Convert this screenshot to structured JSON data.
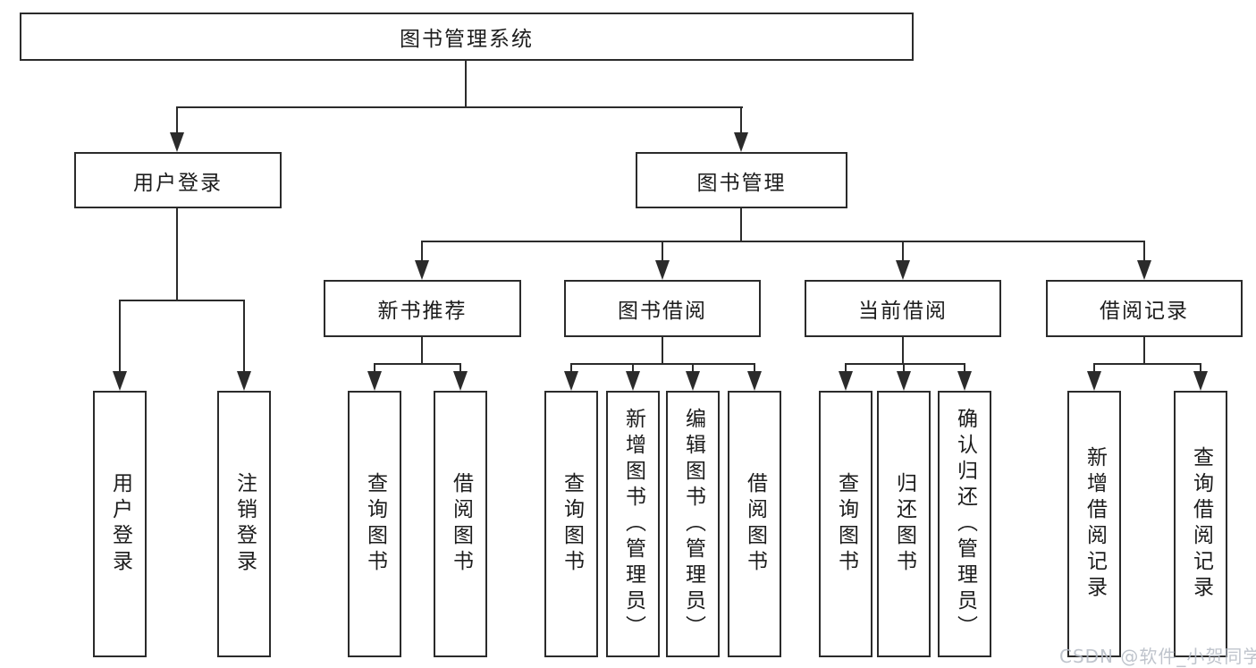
{
  "diagram": {
    "title_node": "图书管理系统",
    "root": {
      "label": "图书管理系统"
    },
    "branches": [
      {
        "label": "用户登录",
        "children": [
          {
            "label": "用户登录"
          },
          {
            "label": "注销登录"
          }
        ]
      },
      {
        "label": "图书管理",
        "children": [
          {
            "label": "新书推荐",
            "children": [
              {
                "label": "查询图书"
              },
              {
                "label": "借阅图书"
              }
            ]
          },
          {
            "label": "图书借阅",
            "children": [
              {
                "label": "查询图书"
              },
              {
                "label": "新增图书（管理员）"
              },
              {
                "label": "编辑图书（管理员）"
              },
              {
                "label": "借阅图书"
              }
            ]
          },
          {
            "label": "当前借阅",
            "children": [
              {
                "label": "查询图书"
              },
              {
                "label": "归还图书"
              },
              {
                "label": "确认归还（管理员）"
              }
            ]
          },
          {
            "label": "借阅记录",
            "children": [
              {
                "label": "新增借阅记录"
              },
              {
                "label": "查询借阅记录"
              }
            ]
          }
        ]
      }
    ]
  },
  "watermark": {
    "text": "CSDN @软件_小贺同学"
  },
  "colors": {
    "line": "#2b2b2b",
    "text": "#1c1c1c",
    "background": "#ffffff",
    "watermark": "#b4bac4"
  }
}
